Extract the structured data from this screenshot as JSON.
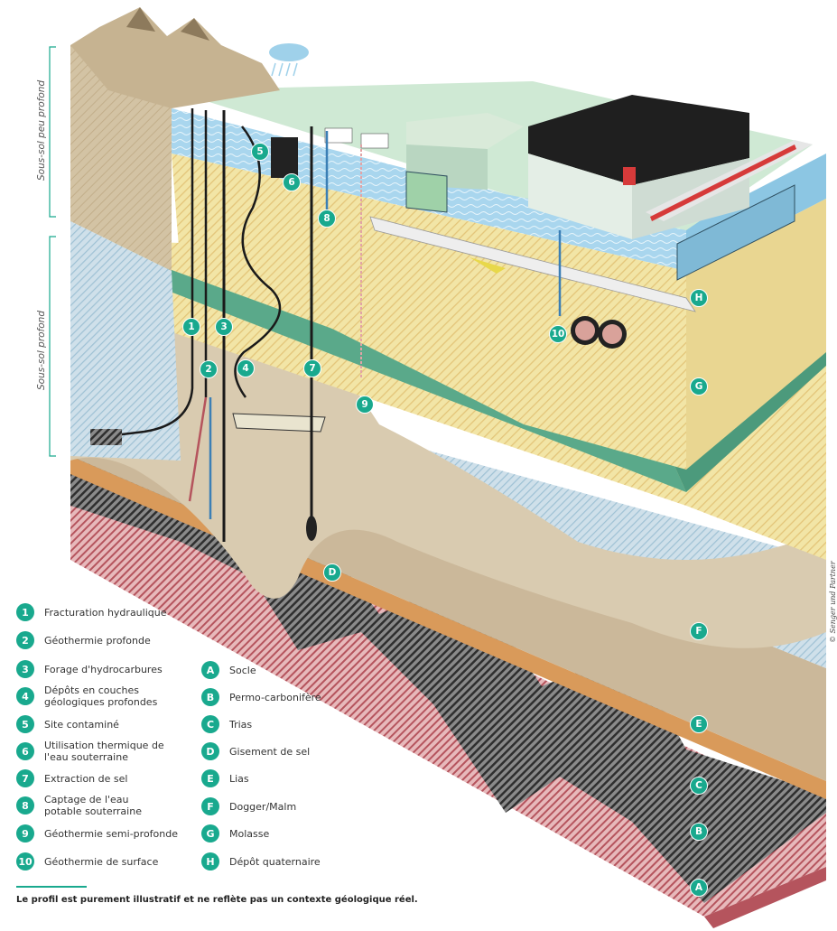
{
  "side_labels": {
    "shallow": "Sous-sol peu profond",
    "deep": "Sous-sol profond"
  },
  "uses": [
    {
      "num": "1",
      "label": "Fracturation hydraulique"
    },
    {
      "num": "2",
      "label": "Géothermie profonde"
    },
    {
      "num": "3",
      "label": "Forage d'hydrocarbures"
    },
    {
      "num": "4",
      "label": "Dépôts en couches\ngéologiques profondes"
    },
    {
      "num": "5",
      "label": "Site contaminé"
    },
    {
      "num": "6",
      "label": "Utilisation thermique de\nl'eau souterraine"
    },
    {
      "num": "7",
      "label": "Extraction de sel"
    },
    {
      "num": "8",
      "label": "Captage de l'eau\npotable souterraine"
    },
    {
      "num": "9",
      "label": "Géothermie semi-profonde"
    },
    {
      "num": "10",
      "label": "Géothermie de surface"
    }
  ],
  "layers": [
    {
      "letter": "A",
      "label": "Socle"
    },
    {
      "letter": "B",
      "label": "Permo-carbonifère"
    },
    {
      "letter": "C",
      "label": "Trias"
    },
    {
      "letter": "D",
      "label": "Gisement de sel"
    },
    {
      "letter": "E",
      "label": "Lias"
    },
    {
      "letter": "F",
      "label": "Dogger/Malm"
    },
    {
      "letter": "G",
      "label": "Molasse"
    },
    {
      "letter": "H",
      "label": "Dépôt quaternaire"
    }
  ],
  "footer_note": "Le profil est purement illustratif et ne reflète pas un contexte géologique réel.",
  "copyright": "© Senger und Partner",
  "colors": {
    "accent": "#19a98e",
    "socle": "#c98a8e",
    "permo": "#4a4a4a",
    "trias": "#d99a5a",
    "lias": "#cbb89a",
    "dogger": "#b9d3e0",
    "molasse": "#efe2a0",
    "molasse_band": "#5aa98a",
    "quaternary": "#a9d6ee",
    "surface": "#cfe9d4"
  }
}
